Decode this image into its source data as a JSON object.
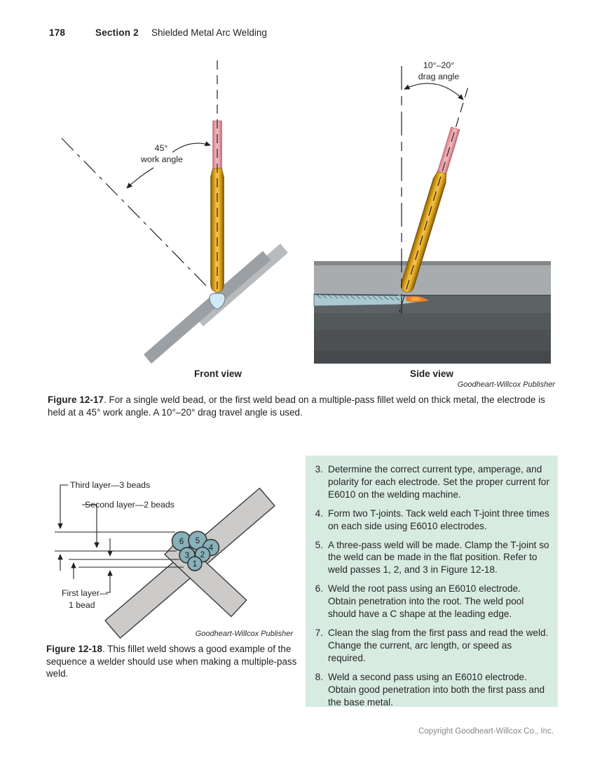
{
  "page": {
    "number": "178",
    "section_label": "Section 2",
    "section_title": "Shielded Metal Arc Welding",
    "copyright": "Copyright Goodheart-Willcox Co., Inc."
  },
  "figure_12_17": {
    "credit": "Goodheart-Willcox Publisher",
    "caption_label": "Figure 12-17",
    "caption_text": ". For a single weld bead, or the first weld bead on a multiple-pass fillet weld on thick metal, the electrode is held at a 45° work angle. A 10°–20° drag travel angle is used.",
    "front_view": {
      "angle_value": "45°",
      "angle_name": "work angle",
      "view_label": "Front view"
    },
    "side_view": {
      "angle_value": "10°–20°",
      "angle_name": "drag angle",
      "view_label": "Side view"
    }
  },
  "figure_12_18": {
    "credit": "Goodheart-Willcox Publisher",
    "caption_label": "Figure 12-18",
    "caption_text": ". This fillet weld shows a good example of the sequence a welder should use when making a multiple-pass weld.",
    "labels": {
      "third_layer": "Third layer—3 beads",
      "second_layer": "Second layer—2 beads",
      "first_layer_line1": "First layer—",
      "first_layer_line2": "1 bead"
    },
    "bead_numbers": [
      "6",
      "5",
      "4",
      "3",
      "2",
      "1"
    ]
  },
  "procedure_steps": [
    {
      "num": "3.",
      "text": "Determine the correct current type, amperage, and polarity for each electrode. Set the proper current for E6010 on the welding machine."
    },
    {
      "num": "4.",
      "text": "Form two T-joints. Tack weld each T-joint three times on each side using E6010 electrodes."
    },
    {
      "num": "5.",
      "text": "A three-pass weld will be made. Clamp the T-joint so the weld can be made in the flat position. Refer to weld passes 1, 2, and 3 in Figure 12-18."
    },
    {
      "num": "6.",
      "text": "Weld the root pass using an E6010 electrode. Obtain penetration into the root. The weld pool should have a C shape at the leading edge."
    },
    {
      "num": "7.",
      "text": "Clean the slag from the first pass and read the weld. Change the current, arc length, or speed as required."
    },
    {
      "num": "8.",
      "text": "Weld a second pass using an E6010 electrode. Obtain good penetration into both the first pass and the base metal."
    }
  ],
  "colors": {
    "procedure_box_bg": "#d8ebe2",
    "weld_bead_fill": "#87b1b9",
    "electrode_flux_gold": "#d89a12",
    "electrode_bare_tip_pink": "#eda6af",
    "weld_pool_blue": "#cfeaf6",
    "plate_gray": "#cccbca",
    "page_bg": "#ffffff",
    "copyright_gray": "#85878a"
  }
}
